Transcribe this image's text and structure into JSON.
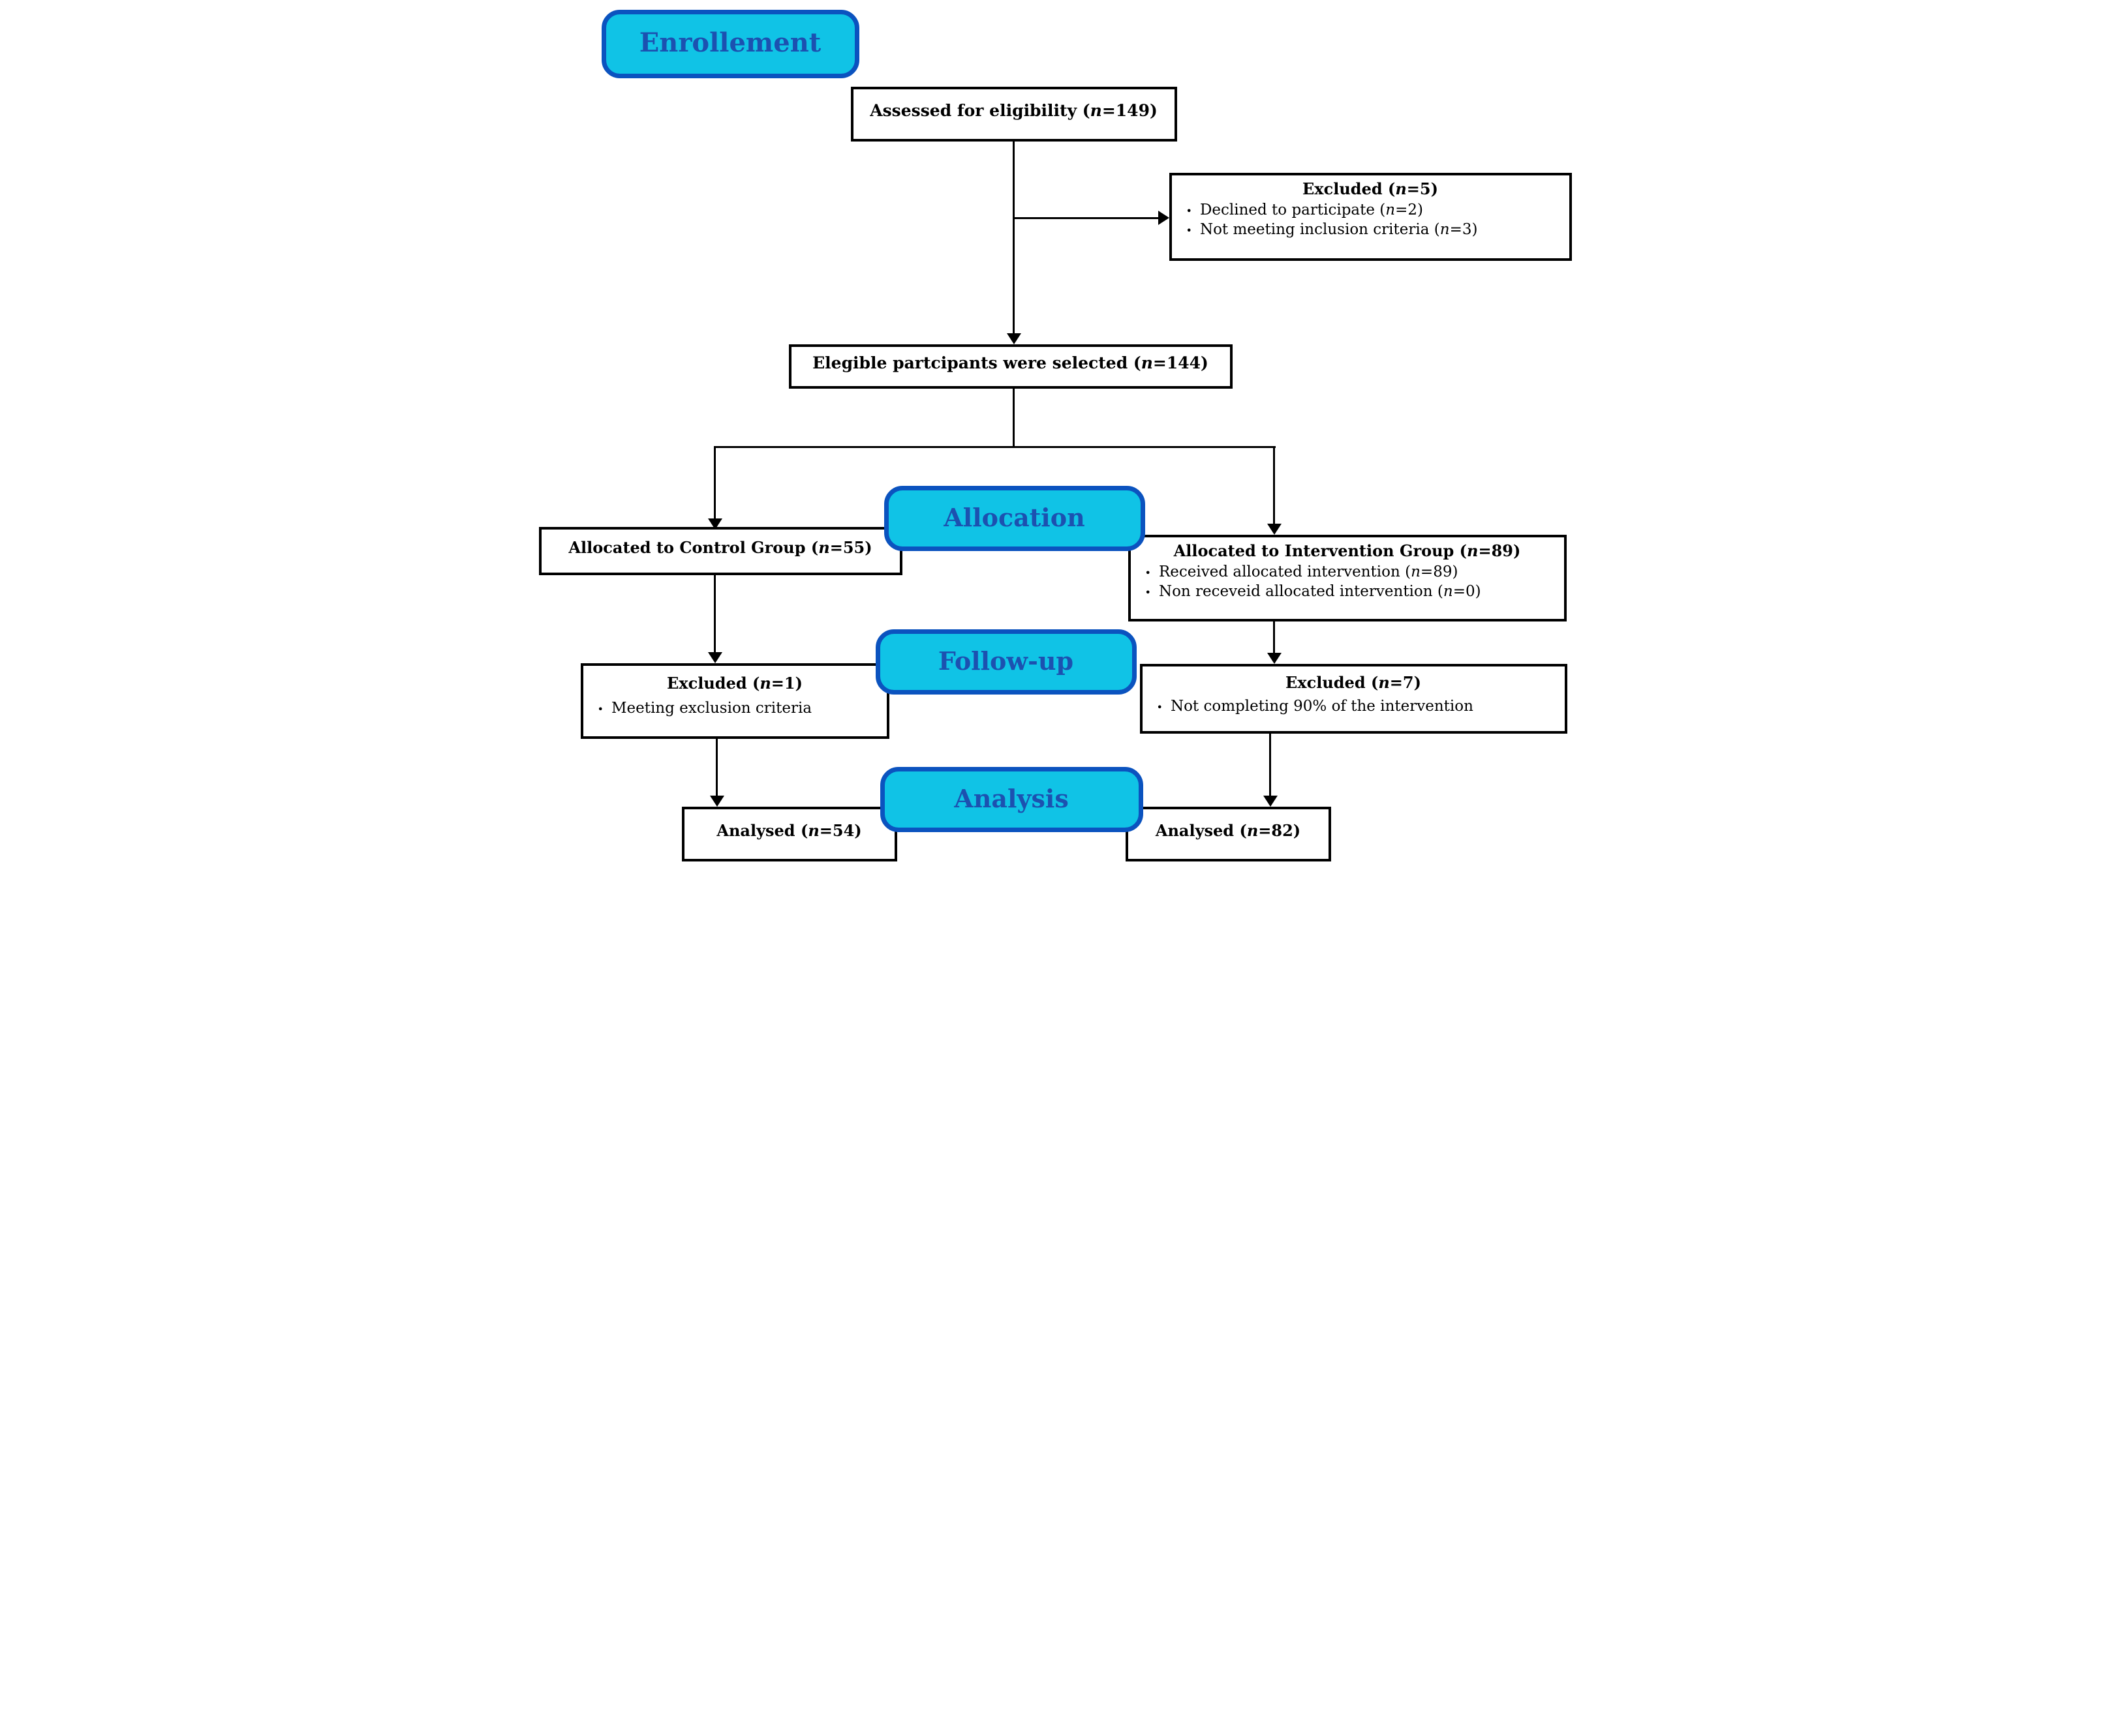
{
  "figure": {
    "type": "consort-flow-diagram",
    "bullet_glyph": "•",
    "colors": {
      "badge_fill": "#10c3e6",
      "badge_border": "#0b53bf",
      "badge_text": "#1c51b0",
      "box_border": "#000000",
      "line": "#000000"
    },
    "stages": {
      "enrollement": {
        "label": "Enrollement"
      },
      "allocation": {
        "label": "Allocation"
      },
      "followup": {
        "label": "Follow-up"
      },
      "analysis": {
        "label": "Analysis"
      }
    },
    "boxes": {
      "assessed": {
        "title": "Assessed for eligibility (n=149)"
      },
      "excluded_enrollment": {
        "title": "Excluded (n=5)",
        "bullets": [
          "Declined to participate (n=2)",
          "Not meeting inclusion criteria (n=3)"
        ]
      },
      "eligible": {
        "title": "Elegible partcipants were selected (n=144)"
      },
      "control": {
        "title": "Allocated to Control Group (n=55)"
      },
      "intervention": {
        "title": "Allocated to Intervention Group (n=89)",
        "bullets": [
          "Received allocated intervention (n=89)",
          "Non receveid allocated intervention (n=0)"
        ]
      },
      "excluded_control": {
        "title": "Excluded (n=1)",
        "bullets": [
          "Meeting exclusion criteria"
        ]
      },
      "excluded_intervention": {
        "title": "Excluded (n=7)",
        "bullets": [
          "Not completing 90% of the intervention"
        ]
      },
      "analysed_control": {
        "title": "Analysed (n=54)"
      },
      "analysed_intervention": {
        "title": "Analysed (n=82)"
      }
    }
  }
}
